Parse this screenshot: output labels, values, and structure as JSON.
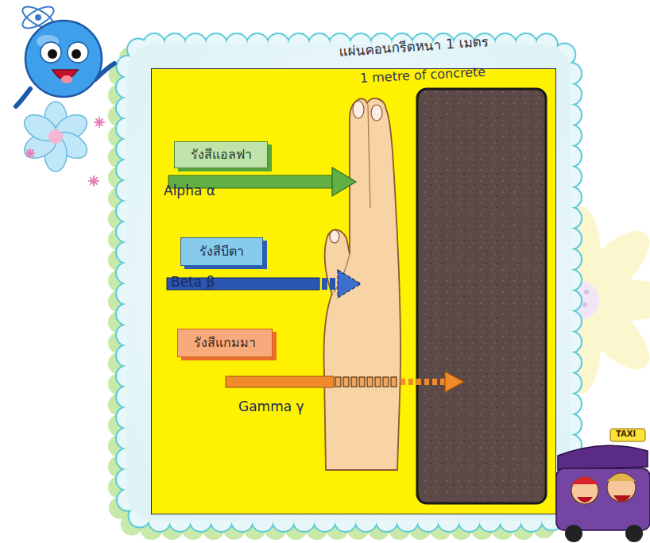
{
  "diagram": {
    "nodes": [
      {
        "text": [
          "แผ่นคอนกรีตหนา 1 เมตร",
          "1 metre of concrete"
        ]
      },
      {
        "text": [
          "รังสีแอลฟา",
          "Alpha α"
        ],
        "in": 0
      },
      {
        "text": [
          "รังสีบีตา",
          "Beta β"
        ],
        "in": 0
      },
      {
        "text": [
          "รังสีแกมมา",
          "Gamma γ"
        ],
        "in": 0
      }
    ],
    "labels": [
      "TAXI"
    ]
  }
}
